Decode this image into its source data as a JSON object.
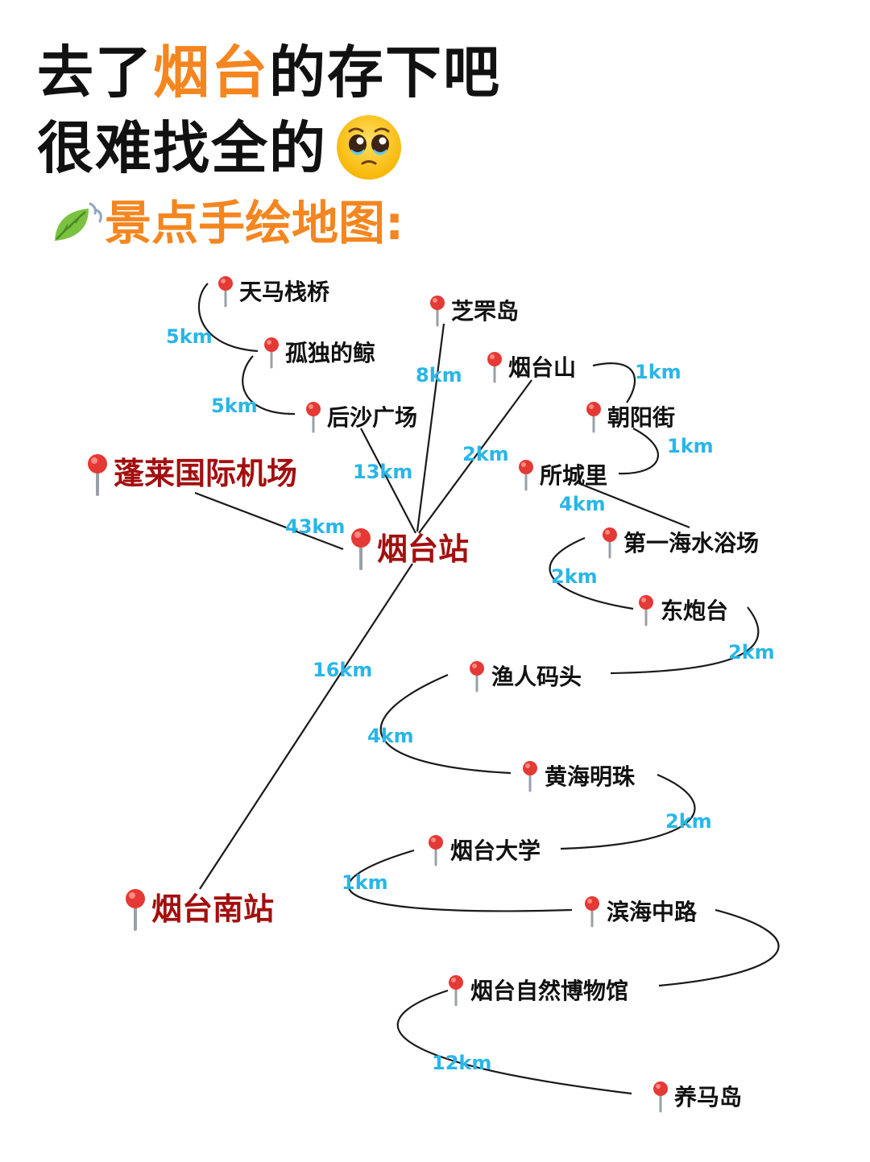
{
  "title": {
    "line1_pre": "去了",
    "line1_highlight": "烟台",
    "line1_post": "的存下吧",
    "line2": "很难找全的",
    "emoji_icon": "pleading-face-icon"
  },
  "subtitle": {
    "icon": "leaf-fluttering-in-wind-icon",
    "text": "景点手绘地图:"
  },
  "colors": {
    "accent": "#f5861f",
    "major_place": "#a30f0f",
    "distance": "#29b6e8",
    "pin": "#e53935",
    "line": "#1a1a1a"
  },
  "places": [
    {
      "id": "tianma",
      "name": "天马栈桥"
    },
    {
      "id": "zhifu",
      "name": "芝罘岛"
    },
    {
      "id": "gudu",
      "name": "孤独的鲸"
    },
    {
      "id": "yantaishan",
      "name": "烟台山"
    },
    {
      "id": "houshao",
      "name": "后沙广场"
    },
    {
      "id": "chaoyang",
      "name": "朝阳街"
    },
    {
      "id": "penglai",
      "name": "蓬莱国际机场",
      "major": true
    },
    {
      "id": "suocheng",
      "name": "所城里"
    },
    {
      "id": "yantaizhan",
      "name": "烟台站",
      "major": true
    },
    {
      "id": "diyihai",
      "name": "第一海水浴场"
    },
    {
      "id": "dongpao",
      "name": "东炮台"
    },
    {
      "id": "yuren",
      "name": "渔人码头"
    },
    {
      "id": "huanghai",
      "name": "黄海明珠"
    },
    {
      "id": "yantaidaxue",
      "name": "烟台大学"
    },
    {
      "id": "nanzhan",
      "name": "烟台南站",
      "major": true
    },
    {
      "id": "binhai",
      "name": "滨海中路"
    },
    {
      "id": "ziran",
      "name": "烟台自然博物馆"
    },
    {
      "id": "yangma",
      "name": "养马岛"
    }
  ],
  "distances": [
    {
      "id": "d-tianma-gudu",
      "text": "5km"
    },
    {
      "id": "d-gudu-houshao",
      "text": "5km"
    },
    {
      "id": "d-zhifu",
      "text": "8km"
    },
    {
      "id": "d-houshao-station",
      "text": "13km"
    },
    {
      "id": "d-yantaishan",
      "text": "2km"
    },
    {
      "id": "d-yantaishan-chaoyang",
      "text": "1km"
    },
    {
      "id": "d-chaoyang-suocheng",
      "text": "1km"
    },
    {
      "id": "d-suocheng-diyihai",
      "text": "4km"
    },
    {
      "id": "d-airport",
      "text": "43km"
    },
    {
      "id": "d-diyihai-dongpao",
      "text": "2km"
    },
    {
      "id": "d-dongpao-yuren",
      "text": "2km"
    },
    {
      "id": "d-south",
      "text": "16km"
    },
    {
      "id": "d-yuren-huanghai",
      "text": "4km"
    },
    {
      "id": "d-huanghai-daxue",
      "text": "2km"
    },
    {
      "id": "d-daxue-binhai",
      "text": "1km"
    },
    {
      "id": "d-ziran-yangma",
      "text": "12km"
    }
  ]
}
